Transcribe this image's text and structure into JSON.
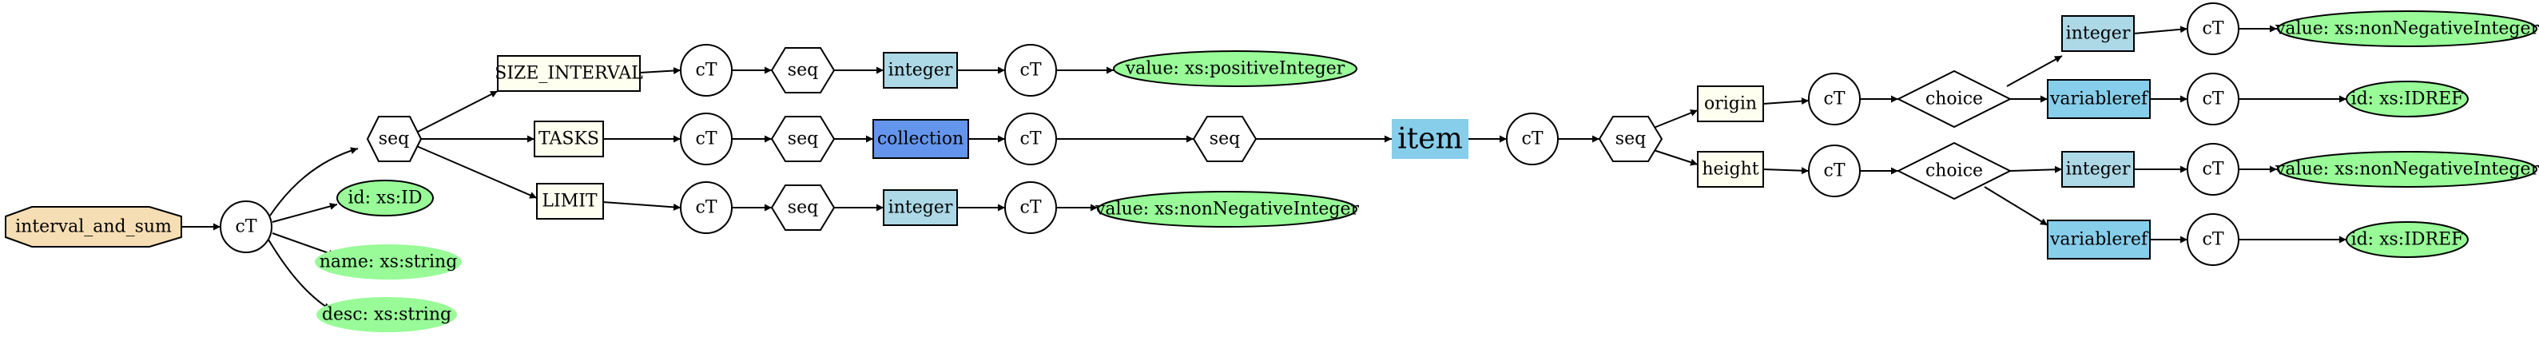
{
  "diagram": {
    "colors": {
      "root": "#f5deb3",
      "element": "#fffff0",
      "type_box": "#add8e6",
      "collection": "#6495ed",
      "variableref": "#87ceeb",
      "item": "#87ceeb",
      "attribute": "#98fb98",
      "node": "#ffffff"
    },
    "nodes": {
      "root": "interval_and_sum",
      "ct_root": "cT",
      "seq_root": "seq",
      "attr_id": "id: xs:ID",
      "attr_name": "name: xs:string",
      "attr_desc": "desc: xs:string",
      "el_size_interval": "SIZE_INTERVAL",
      "el_tasks": "TASKS",
      "el_limit": "LIMIT",
      "ct_size": "cT",
      "ct_tasks": "cT",
      "ct_limit": "cT",
      "seq_size": "seq",
      "seq_tasks": "seq",
      "seq_limit": "seq",
      "int_size": "integer",
      "collection": "collection",
      "int_limit": "integer",
      "ct_int_size": "cT",
      "ct_collection": "cT",
      "ct_int_limit": "cT",
      "val_positive": "value: xs:positiveInteger",
      "val_limit": "value: xs:nonNegativeInteger",
      "seq_collection": "seq",
      "item": "item",
      "ct_item": "cT",
      "seq_item": "seq",
      "el_origin": "origin",
      "el_height": "height",
      "ct_origin": "cT",
      "ct_height": "cT",
      "choice_origin": "choice",
      "choice_height": "choice",
      "int_origin": "integer",
      "varref_origin": "variableref",
      "int_height": "integer",
      "varref_height": "variableref",
      "ct_int_origin": "cT",
      "ct_varref_origin": "cT",
      "ct_int_height": "cT",
      "ct_varref_height": "cT",
      "val_origin": "value: xs:nonNegativeInteger",
      "idref_origin": "id: xs:IDREF",
      "val_height": "value: xs:nonNegativeInteger",
      "idref_height": "id: xs:IDREF"
    }
  }
}
